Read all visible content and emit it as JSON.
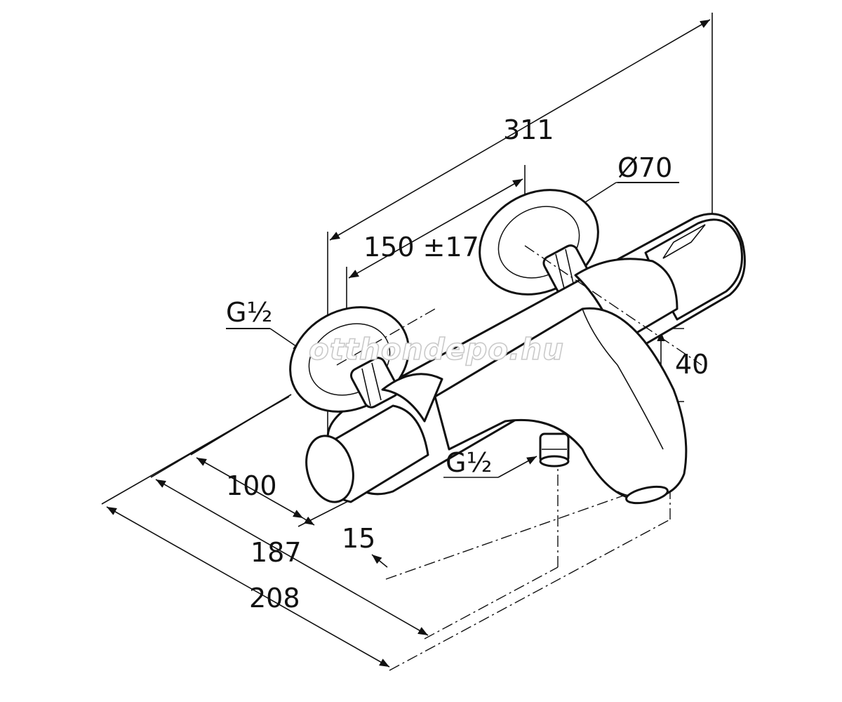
{
  "dimensions": {
    "total_length": "311",
    "wall_rosette_diameter": "Ø70",
    "center_distance": "150 ±17",
    "height_40": "40",
    "depth_100": "100",
    "offset_15": "15",
    "depth_187": "187",
    "depth_208": "208",
    "inlet_thread_left": "G½",
    "outlet_thread": "G½"
  },
  "watermark": "otthondepo.hu",
  "colors": {
    "line": "#111111",
    "background": "#ffffff"
  }
}
